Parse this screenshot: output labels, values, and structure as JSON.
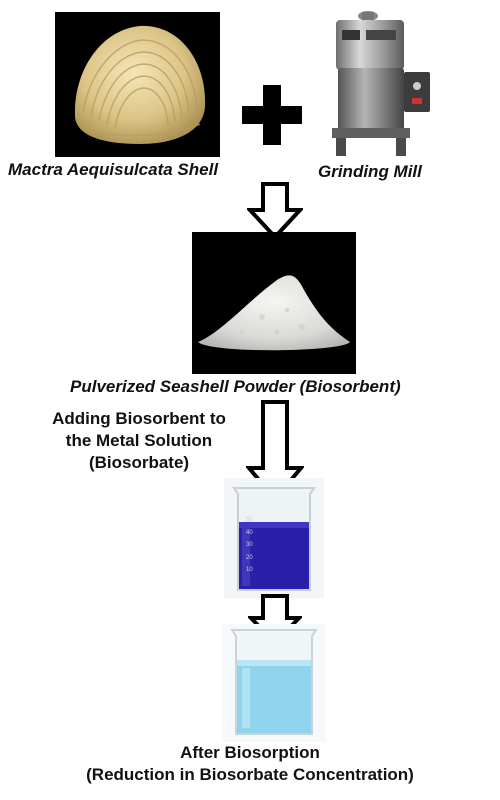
{
  "labels": {
    "shell": "Mactra Aequisulcata Shell",
    "mill": "Grinding Mill",
    "powder": "Pulverized Seashell Powder (Biosorbent)",
    "adding": "Adding Biosorbent to\nthe Metal Solution\n(Biosorbate)",
    "after_line1": "After Biosorption",
    "after_line2": "(Reduction in Biosorbate Concentration)"
  },
  "beaker_scale": [
    "50",
    "40",
    "30",
    "20",
    "10"
  ],
  "colors": {
    "shell_bg": "#000000",
    "shell": "#e8d49a",
    "powder_bg": "#000000",
    "powder": "#e6e6e2",
    "solution_before": "#2a1fa8",
    "solution_after": "#8fd3ec",
    "arrow_outline": "#000000"
  }
}
